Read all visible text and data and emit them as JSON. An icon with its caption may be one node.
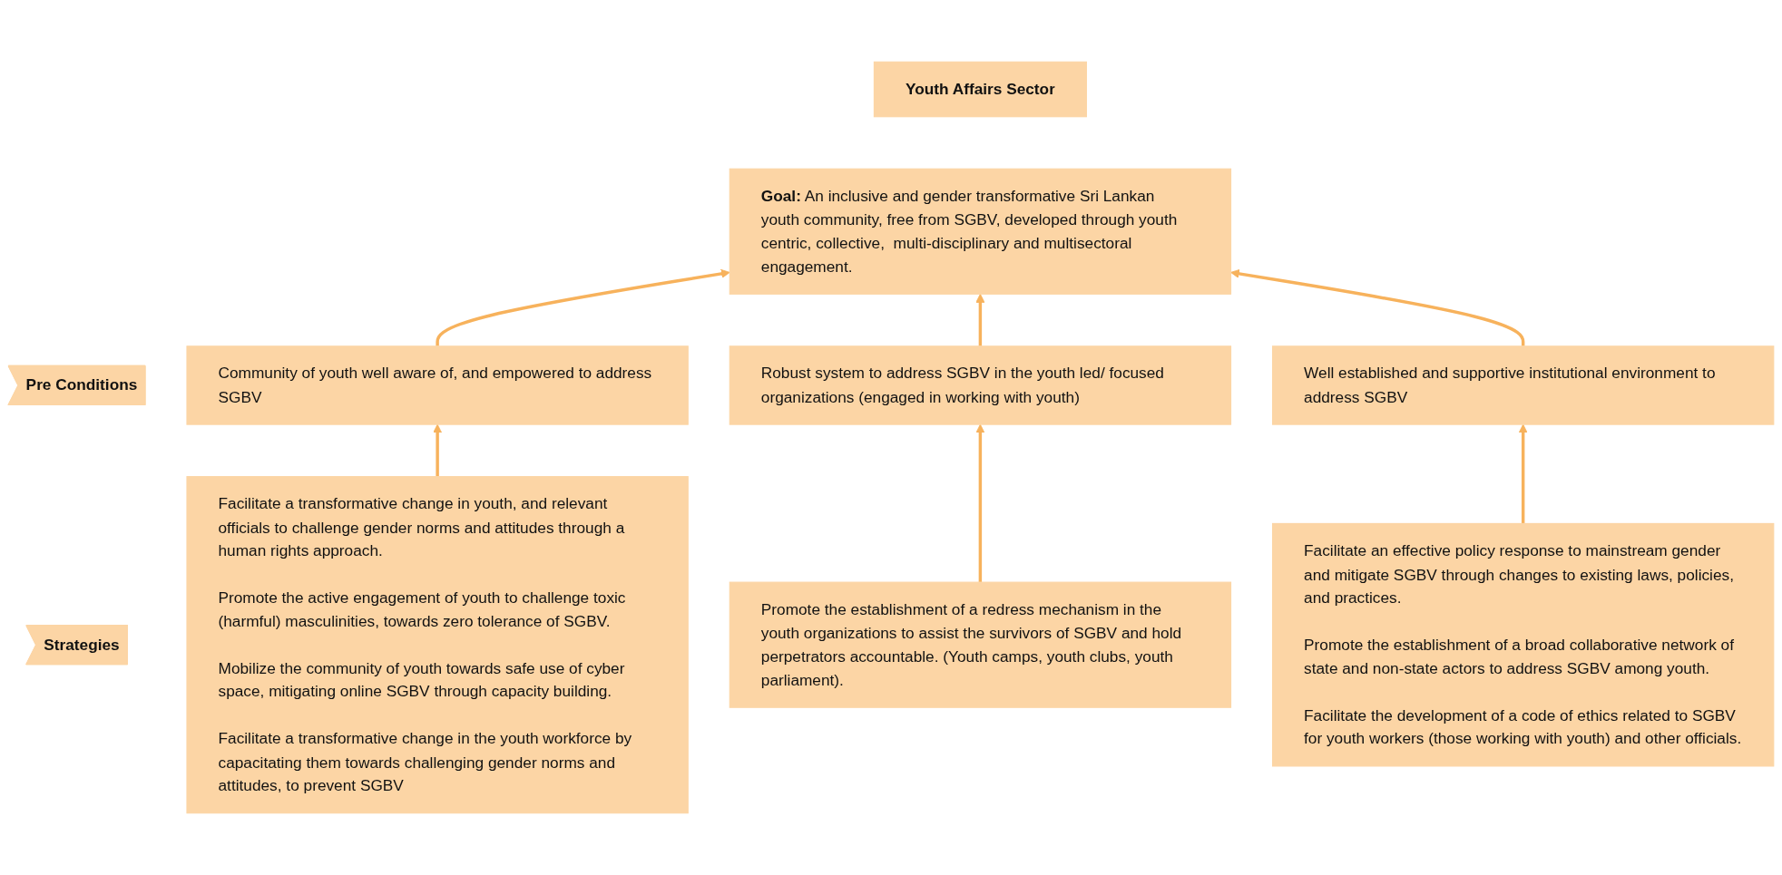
{
  "diagram": {
    "nodes": [
      {
        "text": [
          "Youth Affairs Sector"
        ]
      },
      {
        "text": [
          "Goal:",
          "An inclusive and gender transformative Sri Lankan youth community, free from SGBV, developed through youth centric, collective,  multi-disciplinary and multisectoral engagement."
        ]
      },
      {
        "text": [
          "Pre Conditions"
        ]
      },
      {
        "text": [
          "Community of youth well aware of, and empowered to address SGBV"
        ]
      },
      {
        "text": [
          "Robust system to address SGBV in the youth led/ focused organizations (engaged in working with youth)"
        ]
      },
      {
        "text": [
          "Well established and supportive institutional environment to address SGBV"
        ]
      },
      {
        "text": [
          "Strategies"
        ]
      },
      {
        "text": [
          "Facilitate a transformative change in youth, and relevant officials to challenge gender norms and attitudes through a human rights approach.",
          "Promote the active engagement of youth to challenge toxic (harmful) masculinities, towards zero tolerance of SGBV.",
          "Mobilize the community of youth towards safe use of cyber space, mitigating online SGBV through capacity building.",
          "Facilitate a transformative change in the youth workforce by capacitating them towards challenging gender norms and attitudes, to prevent SGBV"
        ]
      },
      {
        "text": [
          "Promote the establishment of a redress mechanism in the youth organizations to assist the survivors of SGBV and hold perpetrators accountable. (Youth camps, youth clubs, youth parliament)."
        ]
      },
      {
        "text": [
          "Facilitate an effective policy response to mainstream gender and mitigate SGBV through changes to existing laws, policies, and practices.",
          "Promote the establishment of a broad collaborative network of state and non-state actors to address SGBV among youth.",
          "Facilitate the development of a code of ethics related to SGBV for youth workers (those working with youth) and other officials."
        ]
      }
    ],
    "edges": [
      {
        "from": 3,
        "to": 1,
        "arrow": "to"
      },
      {
        "from": 4,
        "to": 1,
        "arrow": "to"
      },
      {
        "from": 5,
        "to": 1,
        "arrow": "to"
      },
      {
        "from": 7,
        "to": 3,
        "arrow": "to"
      },
      {
        "from": 8,
        "to": 4,
        "arrow": "to"
      },
      {
        "from": 9,
        "to": 5,
        "arrow": "to"
      }
    ]
  }
}
